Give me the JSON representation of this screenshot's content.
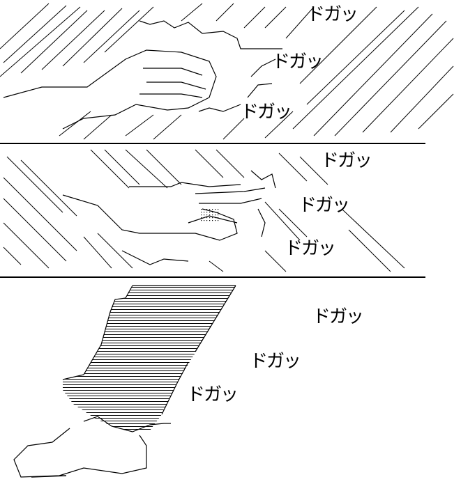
{
  "sound_effects": [
    {
      "text": "ドガッ"
    },
    {
      "text": "ドガッ"
    },
    {
      "text": "ドガッ"
    },
    {
      "text": "ドガッ"
    },
    {
      "text": "ドガッ"
    },
    {
      "text": "ドガッ"
    },
    {
      "text": "ドガッ"
    },
    {
      "text": "ドガッ"
    },
    {
      "text": "ドガッ"
    }
  ],
  "colors": {
    "ink": "#000000",
    "paper": "#ffffff"
  }
}
